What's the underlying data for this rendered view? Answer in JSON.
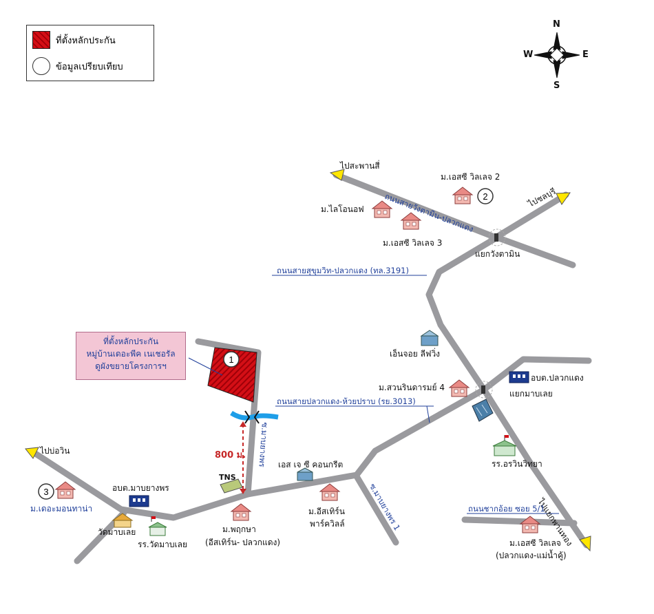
{
  "legend": {
    "collateral_label": "ที่ตั้งหลักประกัน",
    "comparison_label": "ข้อมูลเปรียบเทียบ"
  },
  "compass": {
    "n": "N",
    "s": "S",
    "e": "E",
    "w": "W"
  },
  "callout": {
    "line1": "ที่ตั้งหลักประกัน",
    "line2": "หมู่บ้านเดอะพีค เนเชอรัล",
    "line3": "ดูผังขยายโครงการฯ"
  },
  "markers": {
    "m1": "1",
    "m2": "2",
    "m3": "3"
  },
  "distance": "800 ม.",
  "labels": {
    "to_saphan_si": "ไปสะพานสี่",
    "to_chonburi": "ไปชลบุรี",
    "to_bo_win": "ไปบ่อวิน",
    "to_phan_thong": "ไปแยกพานทอง",
    "road_wang_ta_min": "ถนนสายวังตามิน-ปลวกแดง",
    "road_sukhumvit": "ถนนสายสุขุมวิท-ปลวกแดง (ทล.3191)",
    "road_pluak_daeng": "ถนนสายปลวกแดง-ห้วยปราบ (รย.3013)",
    "road_khao_oi": "ถนนชากอ้อย ซอย 5/1",
    "road_map_yang_phon": "ซ.มาบยางพร",
    "road_map_yang_phon_1": "ซ.มาบยางพร 1",
    "jct_wang_ta_min": "แยกวังตามิน",
    "jct_map_loei": "แยกมาบเลย",
    "sc_village_2": "ม.เอสซี วิลเลจ 2",
    "sc_village_3": "ม.เอสซี วิลเลจ 3",
    "lifelong": "ม.ไลโอนอฟ",
    "enjoy_living": "เอ็นจอย ลีฟวิ่ง",
    "suan_rindaram": "ม.สวนรินดารมย์ 4",
    "obt_pluak_daeng": "อบต.ปลวกแดง",
    "school_arin": "รร.อรวินวิทยา",
    "sj_concrete": "เอส เจ ซี คอนกรีต",
    "eastern_park_1": "ม.อีสเทิร์น",
    "eastern_park_2": "พาร์ควิลล์",
    "pruksa_1": "ม.พฤกษา",
    "pruksa_2": "(อีสเทิร์น- ปลวกแดง)",
    "tns": "TNS",
    "obt_map_yang_phon": "อบต.มาบยางพร",
    "montana": "ม.เดอะมอนทาน่า",
    "wat_map_loei": "วัดมาบเลย",
    "school_wat_map_loei": "รร.วัดมาบเลย",
    "sc_village_1": "ม.เอสซี วิลเลจ",
    "sc_village_1b": "(ปลวกแดง-แม่น้ำคู้)"
  },
  "colors": {
    "road": "#9a9a9e",
    "collateral_red": "#d40f16",
    "arrow_yellow": "#ffe600",
    "label_blue": "#1f3f9a",
    "water": "#1e9ee8"
  }
}
